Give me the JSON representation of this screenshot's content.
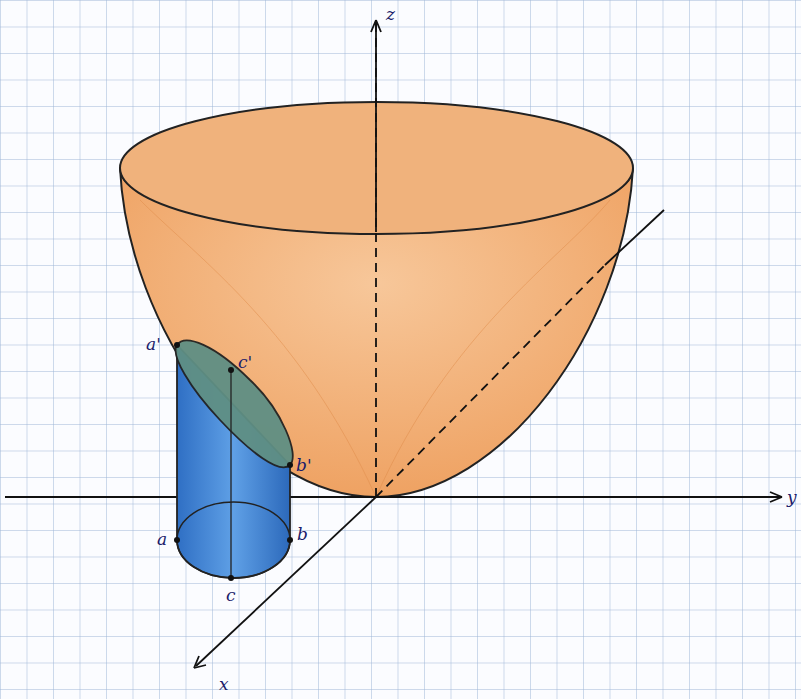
{
  "diagram": {
    "labels": [
      "z",
      "y",
      "x",
      "a'",
      "c'",
      "b'",
      "a",
      "b",
      "c"
    ]
  }
}
